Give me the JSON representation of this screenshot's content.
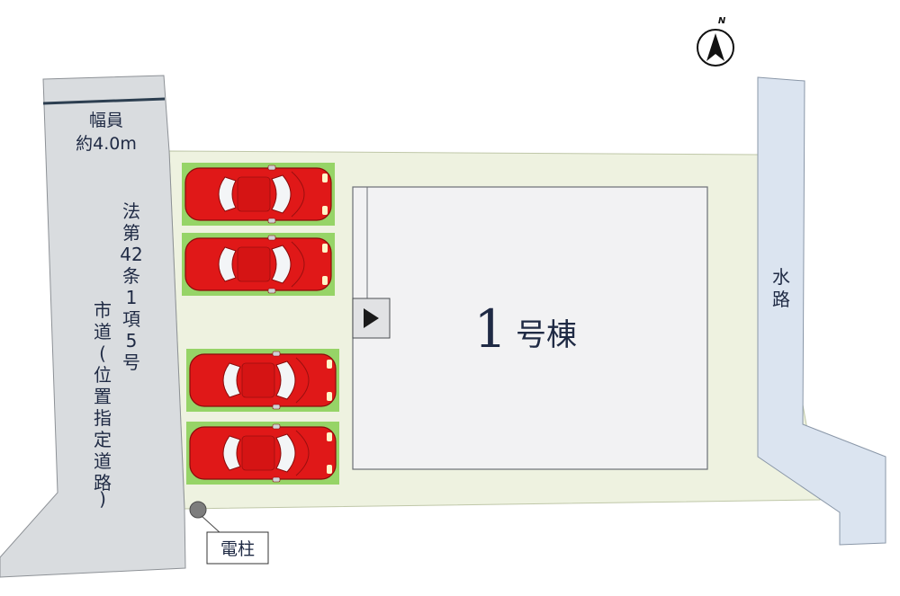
{
  "road": {
    "width_line1": "幅員",
    "width_line2": "約4.0m",
    "classification_chars": [
      "法",
      "第",
      "42",
      "条",
      "1",
      "項",
      "5",
      "号"
    ],
    "name_chars": [
      "市",
      "道",
      "(",
      "位",
      "置",
      "指",
      "定",
      "道",
      "路",
      ")"
    ]
  },
  "waterway": {
    "label_chars": [
      "水",
      "路"
    ]
  },
  "building": {
    "number": "1",
    "suffix": "号棟"
  },
  "utility_pole": {
    "label": "電柱"
  },
  "compass": {
    "north_label": "N"
  },
  "parking": {
    "spaces": 4
  },
  "colors": {
    "road": "#d9dcdf",
    "lot": "#eef2e0",
    "building": "#f2f2f3",
    "waterway": "#dbe4f0",
    "car": "#e01818",
    "parking_stripe": "#8cd05a"
  }
}
